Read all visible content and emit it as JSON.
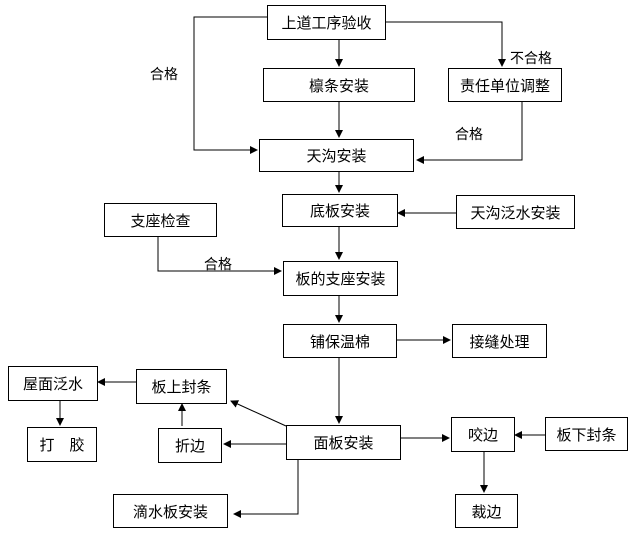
{
  "colors": {
    "line": "#000000",
    "box_border": "#000000",
    "background": "#ffffff"
  },
  "nodes": {
    "upstream_inspection": "上道工序验收",
    "purlin_install": "檩条安装",
    "responsible_adjust": "责任单位调整",
    "gutter_install": "天沟安装",
    "base_plate_install": "底板安装",
    "gutter_flashing_install": "天沟泛水安装",
    "support_inspection": "支座检查",
    "plate_support_install": "板的支座安装",
    "insulation_laying": "铺保温棉",
    "seam_treatment": "接缝处理",
    "roof_flashing": "屋面泛水",
    "upper_seal_strip": "板上封条",
    "glue": "打　胶",
    "fold_edge": "折边",
    "panel_install": "面板安装",
    "seam_bite": "咬边",
    "lower_seal_strip": "板下封条",
    "drip_plate_install": "滴水板安装",
    "trim_edge": "裁边"
  },
  "edge_labels": {
    "qualified_left": "合格",
    "unqualified": "不合格",
    "qualified_right": "合格",
    "qualified_support": "合格"
  }
}
